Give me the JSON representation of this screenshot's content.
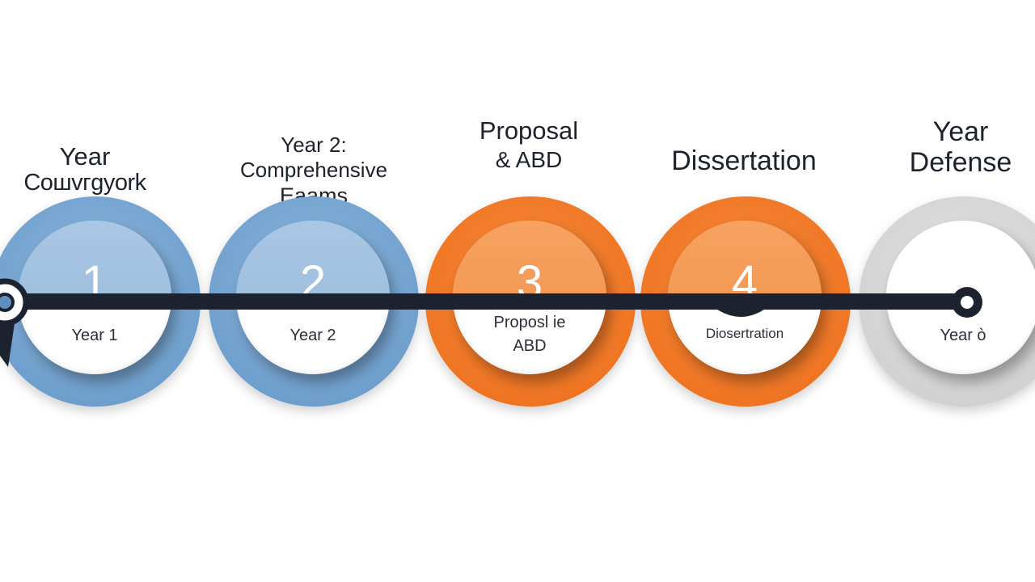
{
  "stages": [
    {
      "heading": [
        "Year",
        "Coшvгgyork"
      ],
      "number": "1",
      "label": [
        "Year 1"
      ],
      "color": "#6f9fcd"
    },
    {
      "heading": [
        "Year 2:",
        "Comprehensive",
        "Eaams"
      ],
      "number": "2",
      "label": [
        "Year 2"
      ],
      "color": "#6f9fcd"
    },
    {
      "heading": [
        "Proposal",
        "& ABD"
      ],
      "number": "3",
      "label": [
        "Proposl ie",
        "ABD"
      ],
      "color": "#ef7523"
    },
    {
      "heading": [
        "Dissertation"
      ],
      "number": "4",
      "label": [
        "Diosertration"
      ],
      "color": "#ef7523"
    },
    {
      "heading": [
        "Year",
        "Defense"
      ],
      "number": "",
      "label": [
        "Year ò"
      ],
      "color": "#d2d2d2"
    }
  ],
  "colors": {
    "timeline": "#1c222e",
    "blue": "#6f9fcd",
    "orange": "#ef7523",
    "gray": "#d2d2d2"
  }
}
